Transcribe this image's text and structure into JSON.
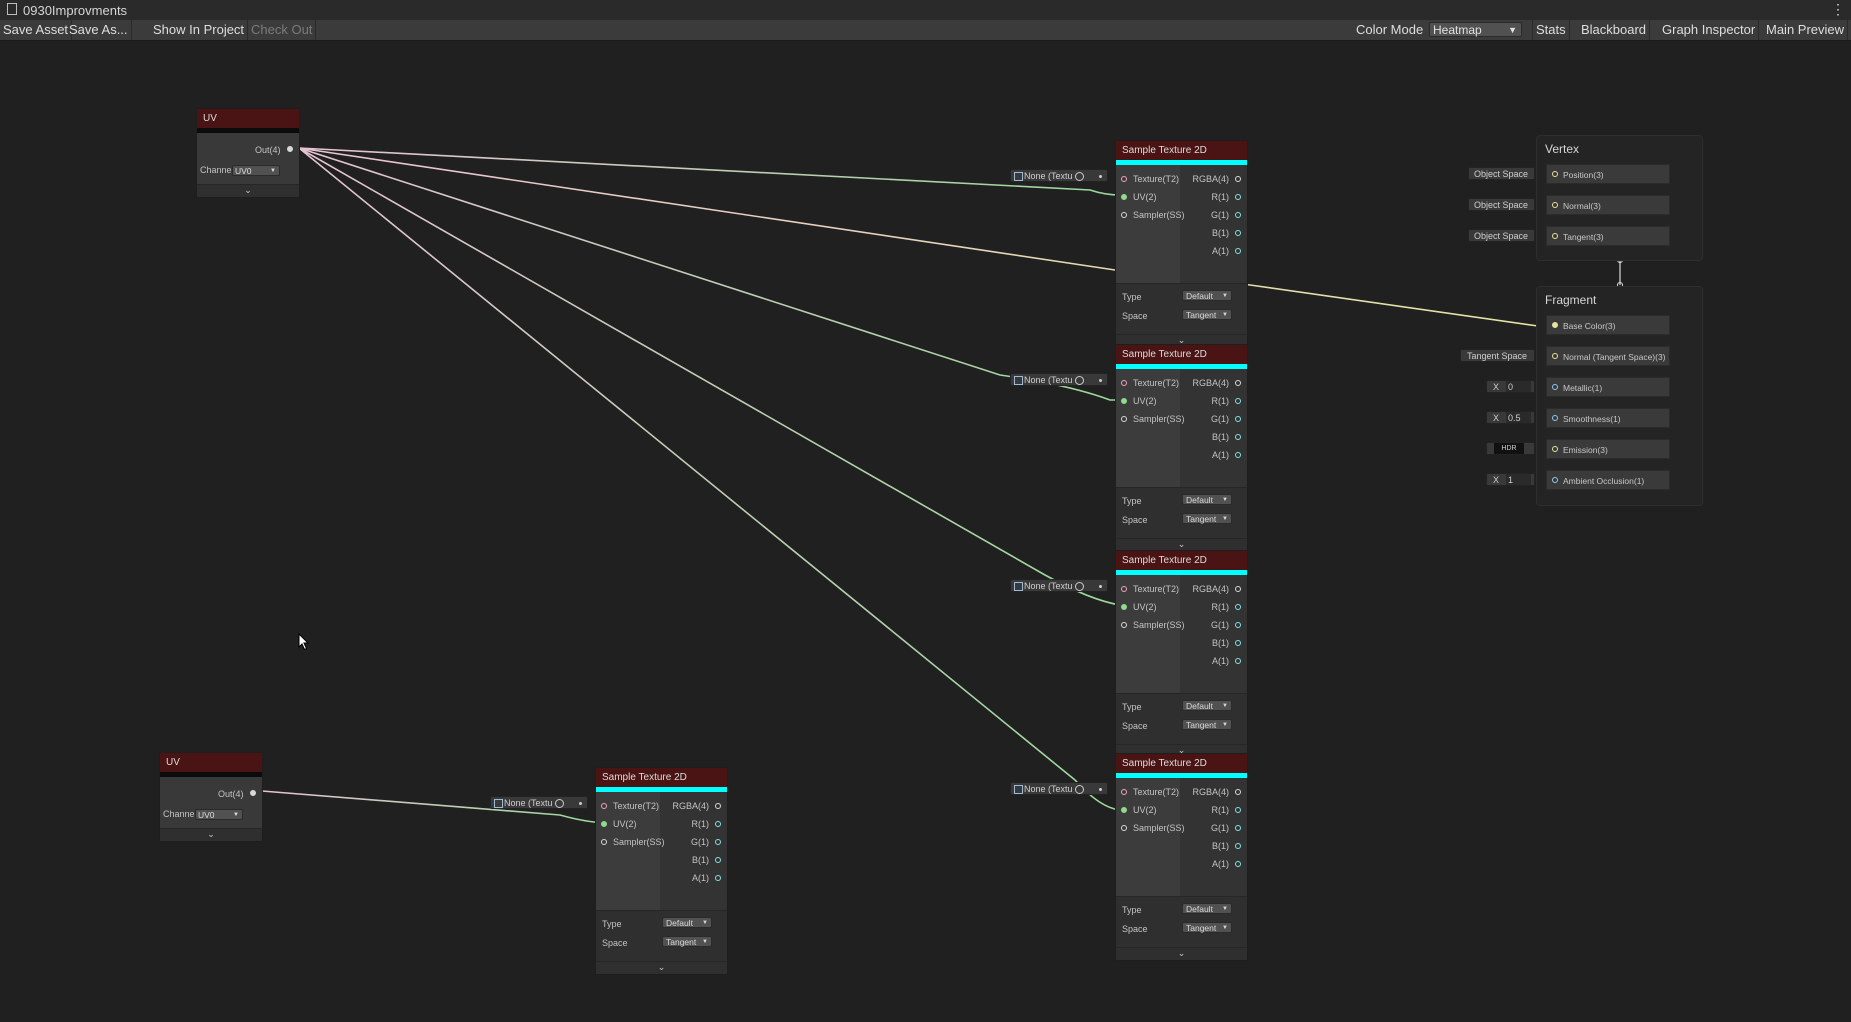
{
  "window": {
    "title": "0930Improvments",
    "menu_glyph": "⋮"
  },
  "toolbar": {
    "save_asset": "Save Asset",
    "save_as": "Save As...",
    "show_in_project": "Show In Project",
    "check_out": "Check Out",
    "color_mode_label": "Color Mode",
    "color_mode_value": "Heatmap",
    "stats": "Stats",
    "blackboard": "Blackboard",
    "graph_inspector": "Graph Inspector",
    "main_preview": "Main Preview"
  },
  "uv_node": {
    "title": "UV",
    "output": "Out(4)",
    "channel_label": "Channe",
    "channel_value": "UV0",
    "expand_glyph": "⌄"
  },
  "sample_texture": {
    "title": "Sample Texture 2D",
    "inputs": [
      "Texture(T2)",
      "UV(2)",
      "Sampler(SS)"
    ],
    "outputs": [
      "RGBA(4)",
      "R(1)",
      "G(1)",
      "B(1)",
      "A(1)"
    ],
    "type_label": "Type",
    "type_value": "Default",
    "space_label": "Space",
    "space_value": "Tangent",
    "texture_default": "None (Textu",
    "expand_glyph": "⌄"
  },
  "vertex": {
    "title": "Vertex",
    "slots": [
      "Position(3)",
      "Normal(3)",
      "Tangent(3)"
    ],
    "space_inputs": [
      "Object Space",
      "Object Space",
      "Object Space"
    ]
  },
  "fragment": {
    "title": "Fragment",
    "slots": [
      "Base Color(3)",
      "Normal (Tangent Space)(3)",
      "Metallic(1)",
      "Smoothness(1)",
      "Emission(3)",
      "Ambient Occlusion(1)"
    ],
    "normal_space": "Tangent Space",
    "x_label": "X",
    "metallic_value": "0",
    "smoothness_value": "0.5",
    "emission_value": "HDR",
    "ao_value": "1"
  },
  "colors": {
    "uv_wire": "#e7c3d2",
    "vec2_wire": "#9ad89a",
    "vec4_wire": "#e4e3a3",
    "header": "#4b1414",
    "preview_bar": "#00ffff"
  }
}
